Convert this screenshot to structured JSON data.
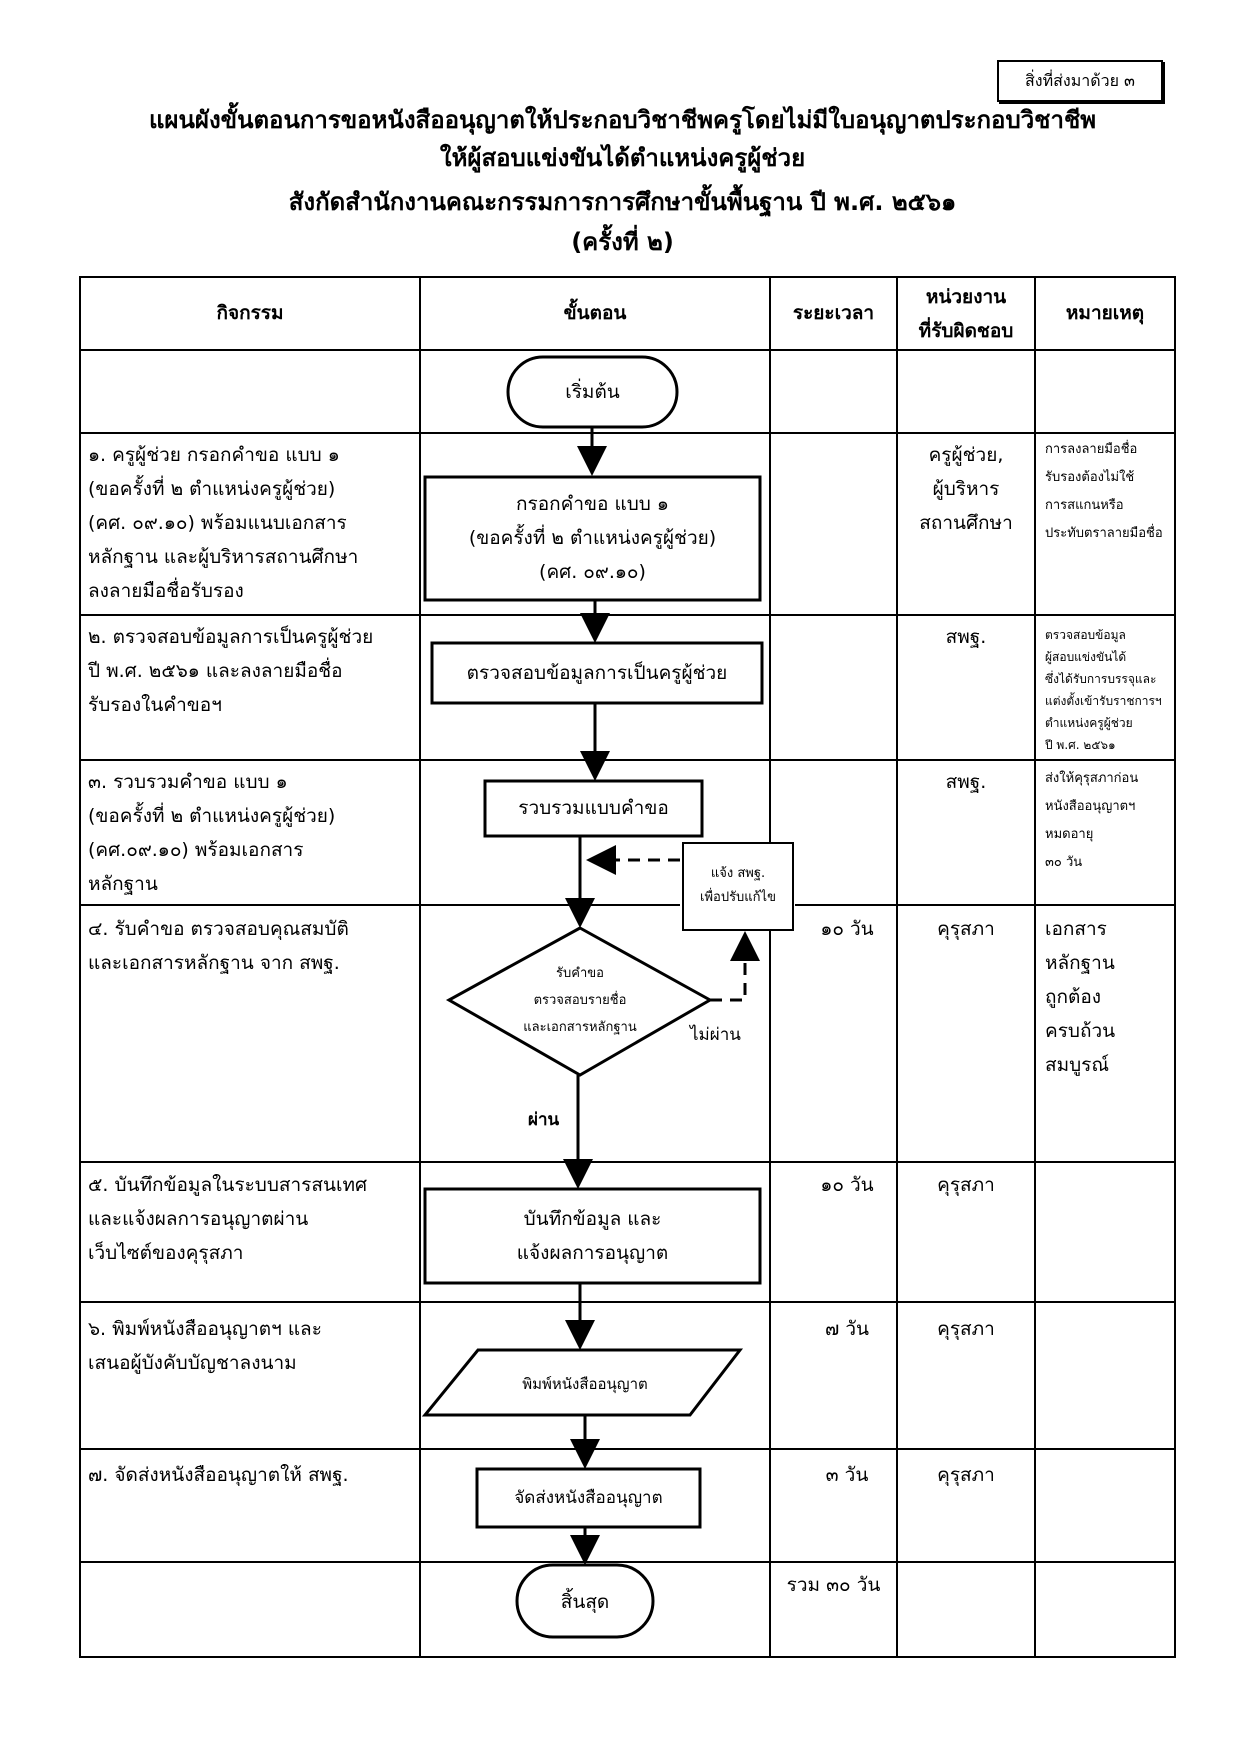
{
  "attachment_label": "สิ่งที่ส่งมาด้วย ๓",
  "title": {
    "line1": "แผนผังขั้นตอนการขอหนังสืออนุญาตให้ประกอบวิชาชีพครูโดยไม่มีใบอนุญาตประกอบวิชาชีพ",
    "line2": "ให้ผู้สอบแข่งขันได้ตำแหน่งครูผู้ช่วย",
    "line3": "สังกัดสำนักงานคณะกรรมการการศึกษาขั้นพื้นฐาน ปี พ.ศ. ๒๕๖๑",
    "line4": "(ครั้งที่ ๒)"
  },
  "headers": {
    "activity": "กิจกรรม",
    "steps": "ขั้นตอน",
    "duration": "ระยะเวลา",
    "responsible": "หน่วยงาน\nที่รับผิดชอบ",
    "remarks": "หมายเหตุ"
  },
  "rows": [
    {
      "activity": "๑. ครูผู้ช่วย กรอกคำขอ แบบ ๑\n    (ขอครั้งที่ ๒ ตำแหน่งครูผู้ช่วย)\n    (คศ. ๐๙.๑๐) พร้อมแนบเอกสาร\n    หลักฐาน และผู้บริหารสถานศึกษา\n    ลงลายมือชื่อรับรอง",
      "duration": "",
      "responsible": "ครูผู้ช่วย,\nผู้บริหาร\nสถานศึกษา",
      "remarks": "การลงลายมือชื่อ\nรับรองต้องไม่ใช้\nการสแกนหรือ\nประทับตราลายมือชื่อ"
    },
    {
      "activity": "๒. ตรวจสอบข้อมูลการเป็นครูผู้ช่วย\n    ปี พ.ศ. ๒๕๖๑ และลงลายมือชื่อ\n    รับรองในคำขอฯ",
      "duration": "",
      "responsible": "สพฐ.",
      "remarks": "ตรวจสอบข้อมูล\nผู้สอบแข่งขันได้\nซึ่งได้รับการบรรจุและ\nแต่งตั้งเข้ารับราชการฯ\nตำแหน่งครูผู้ช่วย\nปี พ.ศ. ๒๕๖๑"
    },
    {
      "activity": "๓. รวบรวมคำขอ แบบ ๑\n    (ขอครั้งที่ ๒ ตำแหน่งครูผู้ช่วย)\n    (คศ.๐๙.๑๐) พร้อมเอกสาร\n    หลักฐาน",
      "duration": "",
      "responsible": "สพฐ.",
      "remarks": "ส่งให้คุรุสภาก่อน\nหนังสืออนุญาตฯ\nหมดอายุ\n๓๐ วัน"
    },
    {
      "activity": "๔. รับคำขอ ตรวจสอบคุณสมบัติ\n    และเอกสารหลักฐาน จาก สพฐ.",
      "duration": "๑๐ วัน",
      "responsible": "คุรุสภา",
      "remarks": "เอกสาร\nหลักฐาน\nถูกต้อง\nครบถ้วน\nสมบูรณ์"
    },
    {
      "activity": "๕. บันทึกข้อมูลในระบบสารสนเทศ\n    และแจ้งผลการอนุญาตผ่าน\n    เว็บไซต์ของคุรุสภา",
      "duration": "๑๐ วัน",
      "responsible": "คุรุสภา",
      "remarks": ""
    },
    {
      "activity": "๖. พิมพ์หนังสืออนุญาตฯ และ\n    เสนอผู้บังคับบัญชาลงนาม",
      "duration": "๗ วัน",
      "responsible": "คุรุสภา",
      "remarks": ""
    },
    {
      "activity": "๗. จัดส่งหนังสืออนุญาตให้ สพฐ.",
      "duration": "๓ วัน",
      "responsible": "คุรุสภา",
      "remarks": ""
    }
  ],
  "total_duration": "รวม ๓๐ วัน",
  "flow": {
    "start": "เริ่มต้น",
    "step1": "กรอกคำขอ แบบ ๑\n(ขอครั้งที่ ๒ ตำแหน่งครูผู้ช่วย)\n(คศ. ๐๙.๑๐)",
    "step2": "ตรวจสอบข้อมูลการเป็นครูผู้ช่วย",
    "step3": "รวบรวมแบบคำขอ",
    "feedback": "แจ้ง สพฐ.\nเพื่อปรับแก้ไข",
    "decision": "รับคำขอ\nตรวจสอบรายชื่อ\nและเอกสารหลักฐาน",
    "fail": "ไม่ผ่าน",
    "pass": "ผ่าน",
    "step5": "บันทึกข้อมูล และ\nแจ้งผลการอนุญาต",
    "step6": "พิมพ์หนังสืออนุญาต",
    "step7": "จัดส่งหนังสืออนุญาต",
    "end": "สิ้นสุด"
  }
}
